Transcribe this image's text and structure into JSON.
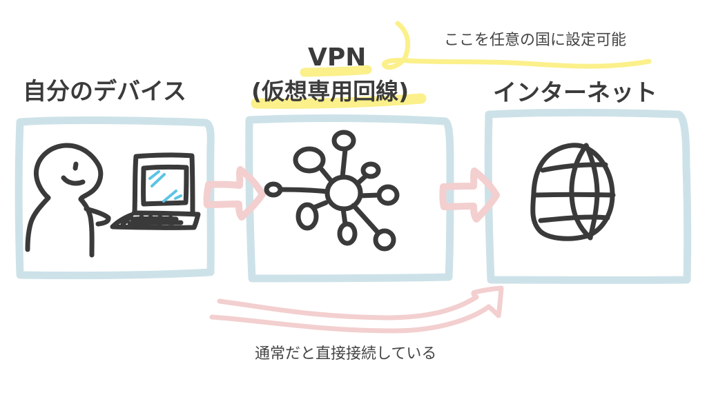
{
  "diagram": {
    "topic": "VPN connection flow",
    "colors": {
      "ink": "#3a3a3a",
      "box": "#cde2e8",
      "arrow": "#f3cfcf",
      "highlight": "#fbf08a",
      "screen_shine": "#5bc3e4",
      "background": "#ffffff"
    },
    "nodes": [
      {
        "id": "device",
        "title": "自分のデバイス",
        "icon": "person-with-laptop-icon"
      },
      {
        "id": "vpn",
        "title": "VPN",
        "subtitle": "(仮想専用回線)",
        "icon": "network-hub-icon",
        "highlighted": true
      },
      {
        "id": "internet",
        "title": "インターネット",
        "icon": "globe-icon"
      }
    ],
    "edges": [
      {
        "from": "device",
        "to": "vpn",
        "style": "block-arrow"
      },
      {
        "from": "vpn",
        "to": "internet",
        "style": "block-arrow"
      },
      {
        "from": "device",
        "to": "internet",
        "style": "swoosh-arrow",
        "label": "通常だと直接接続している"
      }
    ],
    "annotations": {
      "vpn_note": "ここを任意の国に設定可能",
      "direct_note": "通常だと直接接続している"
    }
  }
}
